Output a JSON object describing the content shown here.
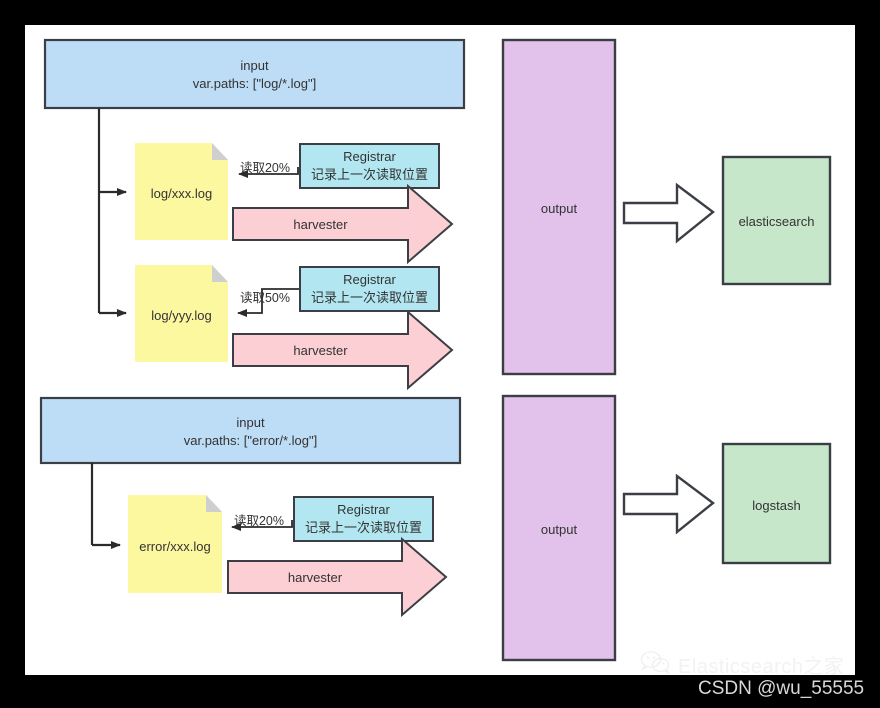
{
  "diagram": {
    "title": "Filebeat input / harvester / registrar / output flow",
    "colors": {
      "input_fill": "#bddcf5",
      "note_fill": "#fcf8a0",
      "note_fold": "#d0d0d0",
      "registrar_fill": "#b2e7f2",
      "harvester_fill": "#fbcfd4",
      "output_fill": "#e2c1ea",
      "target_fill": "#c6e7c9",
      "stroke": "#3b3f45",
      "text": "#333333",
      "page_bg": "#000000",
      "canvas_bg": "#ffffff"
    },
    "groups": [
      {
        "id": "group-log",
        "input": {
          "line1": "input",
          "line2": "var.paths: [\"log/*.log\"]"
        },
        "files": [
          {
            "name": "log/xxx.log",
            "read_label": "读取20%",
            "registrar": {
              "line1": "Registrar",
              "line2": "记录上一次读取位置"
            },
            "harvester_label": "harvester"
          },
          {
            "name": "log/yyy.log",
            "read_label": "读取50%",
            "registrar": {
              "line1": "Registrar",
              "line2": "记录上一次读取位置"
            },
            "harvester_label": "harvester"
          }
        ],
        "output": {
          "label": "output"
        },
        "target": {
          "label": "elasticsearch"
        }
      },
      {
        "id": "group-error",
        "input": {
          "line1": "input",
          "line2": "var.paths: [\"error/*.log\"]"
        },
        "files": [
          {
            "name": "error/xxx.log",
            "read_label": "读取20%",
            "registrar": {
              "line1": "Registrar",
              "line2": "记录上一次读取位置"
            },
            "harvester_label": "harvester"
          }
        ],
        "output": {
          "label": "output"
        },
        "target": {
          "label": "logstash"
        }
      }
    ]
  },
  "watermark": {
    "brand": "Elasticsearch之家",
    "credit": "CSDN @wu_55555",
    "icon": "wechat-icon"
  }
}
